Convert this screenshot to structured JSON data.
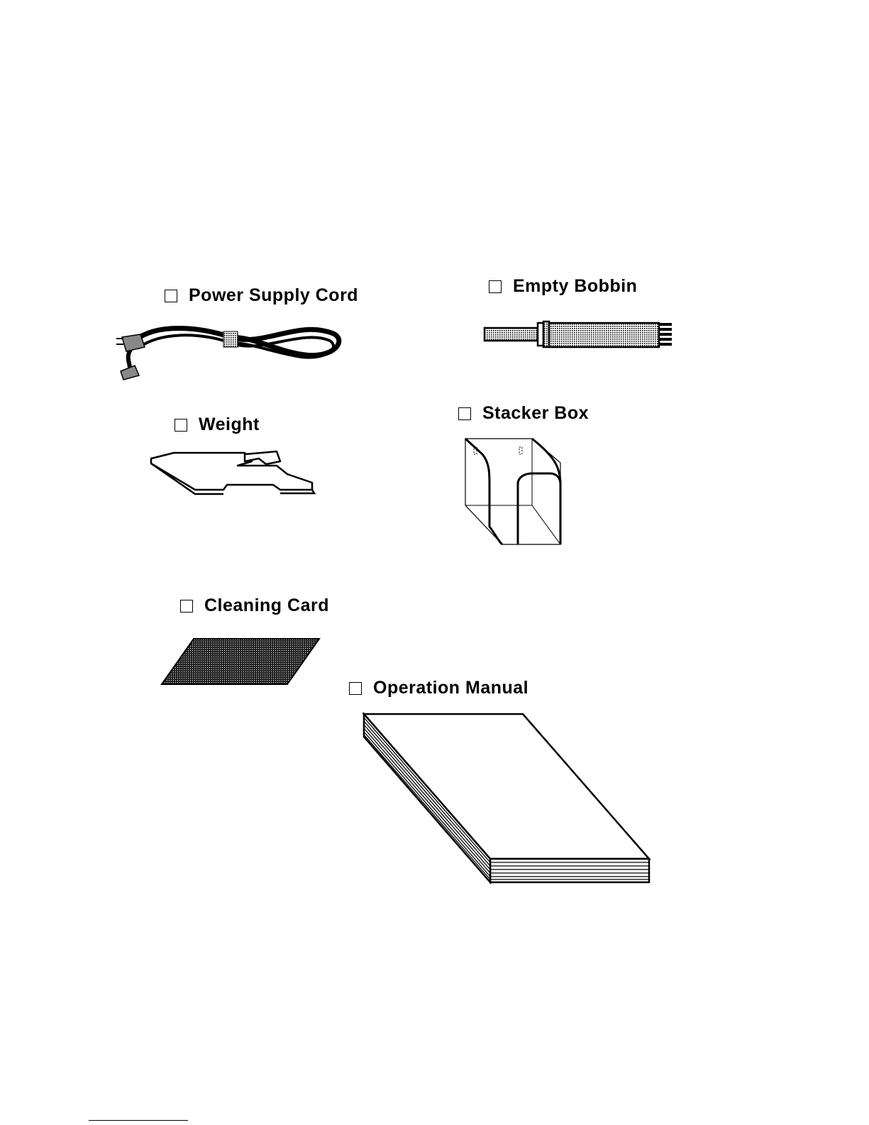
{
  "items": {
    "power_supply_cord": {
      "label": "Power Supply Cord",
      "icon": "power-cord-icon"
    },
    "empty_bobbin": {
      "label": "Empty Bobbin",
      "icon": "bobbin-icon"
    },
    "weight": {
      "label": "Weight",
      "icon": "weight-plate-icon"
    },
    "stacker_box": {
      "label": "Stacker Box",
      "icon": "stacker-box-icon"
    },
    "cleaning_card": {
      "label": "Cleaning Card",
      "icon": "cleaning-card-icon"
    },
    "operation_manual": {
      "label": "Operation Manual",
      "icon": "manual-book-icon"
    }
  }
}
